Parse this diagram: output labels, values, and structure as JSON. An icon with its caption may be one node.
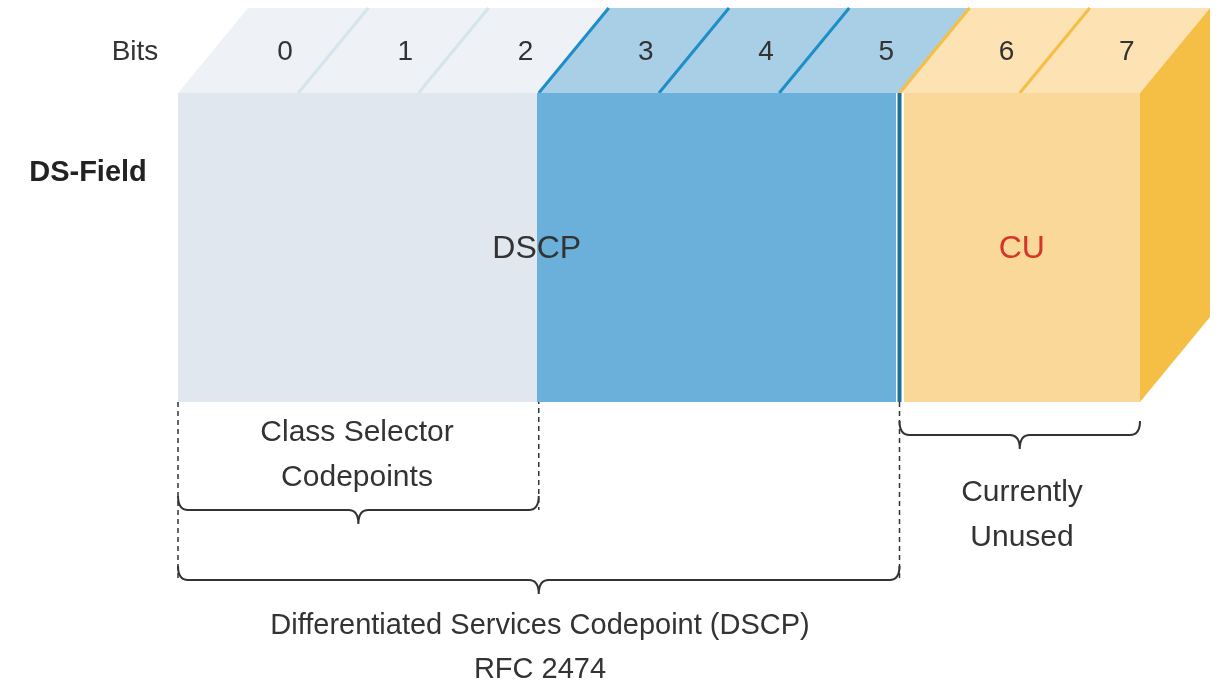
{
  "diagram": {
    "nodes": [
      {
        "text": [
          "DSCP"
        ]
      },
      {
        "text": [
          "CU"
        ]
      }
    ],
    "labels": [
      "Bits",
      "0",
      "1",
      "2",
      "3",
      "4",
      "5",
      "6",
      "7",
      "DS-Field",
      "Class Selector Codepoints",
      "Currently Unused",
      "Differentiated Services Codepoint (DSCP) RFC 2474"
    ]
  }
}
